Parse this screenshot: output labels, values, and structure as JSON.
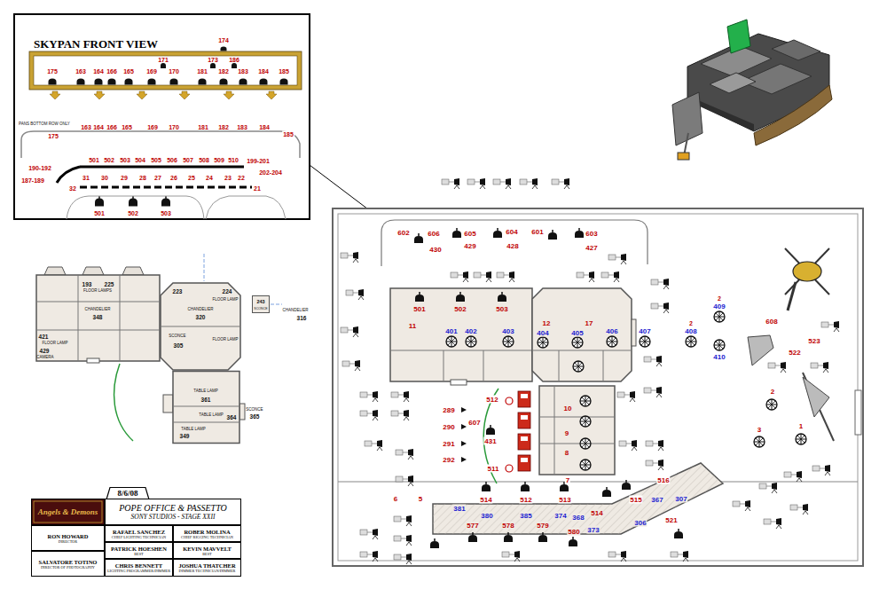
{
  "diagram": {
    "nodes": [
      {
        "text": [
          "SKYPAN FRONT VIEW"
        ]
      },
      {
        "text": [
          "171",
          "173",
          "186",
          "175",
          "163",
          "164",
          "166",
          "165",
          "169",
          "170",
          "181",
          "182",
          "183",
          "184",
          "185"
        ],
        "in": 0
      },
      {
        "text": [
          "193",
          "225",
          "FLOOR LAMPS",
          "CHANDELIER",
          "348",
          "421",
          "FLOOR LAMP",
          "429",
          "CAMERA"
        ]
      },
      {
        "text": [
          "223",
          "224",
          "FLOOR LAMP",
          "CHANDELIER",
          "320",
          "SCONCE",
          "305",
          "FLOOR LAMP"
        ]
      },
      {
        "text": [
          "243",
          "SCONCE"
        ]
      },
      {
        "text": [
          "TABLE LAMP",
          "361",
          "TABLE LAMP",
          "364",
          "SCONCE",
          "365",
          "TABLE LAMP",
          "349"
        ]
      },
      {
        "text": [
          "8/6/08"
        ]
      },
      {
        "text": [
          "Angels & Demons"
        ]
      },
      {
        "text": [
          "POPE OFFICE & PASSETTO",
          "SONY STUDIOS - STAGE XXII"
        ]
      },
      {
        "text": [
          "RON HOWARD",
          "DIRECTOR"
        ]
      },
      {
        "text": [
          "SALVATORE TOTINO",
          "DIRECTOR OF PHOTOGRAPHY"
        ]
      },
      {
        "text": [
          "RAFAEL SANCHEZ",
          "CHIEF LIGHTING TECHNICIAN"
        ]
      },
      {
        "text": [
          "ROBER MOLINA",
          "CHIEF RIGGING TECHNICIAN"
        ]
      },
      {
        "text": [
          "PATRICK HOESHEN",
          "BEST"
        ]
      },
      {
        "text": [
          "KEVIN MAVVELT",
          "BEST"
        ]
      },
      {
        "text": [
          "CHRIS BENNETT",
          "LIGHTING PROGRAMMER/DIMMER"
        ]
      },
      {
        "text": [
          "JOSHUA THATCHER",
          "DIMMER TECHNICIAN/DIMMER"
        ]
      }
    ],
    "labels": [
      "174",
      "PANS BOTTOM ROW ONLY",
      "175",
      "163",
      "164",
      "166",
      "165",
      "169",
      "170",
      "181",
      "182",
      "183",
      "184",
      "185",
      "501",
      "502",
      "503",
      "504",
      "505",
      "506",
      "507",
      "508",
      "509",
      "510",
      "199-201",
      "190-192",
      "187-189",
      "202-204",
      "31",
      "30",
      "29",
      "28",
      "27",
      "26",
      "25",
      "24",
      "23",
      "22",
      "21",
      "32",
      "501",
      "502",
      "503",
      "CHANDELIER",
      "316",
      "602",
      "606",
      "605",
      "604",
      "601",
      "603",
      "430",
      "429",
      "428",
      "427",
      "501",
      "502",
      "503",
      "11",
      "12",
      "17",
      "401",
      "402",
      "403",
      "404",
      "405",
      "406",
      "407",
      "408",
      "409",
      "410",
      "2",
      "2",
      "608",
      "523",
      "522",
      "2",
      "3",
      "1",
      "512",
      "289",
      "290",
      "291",
      "292",
      "607",
      "431",
      "511",
      "10",
      "9",
      "8",
      "7",
      "6",
      "5",
      "514",
      "512",
      "513",
      "514",
      "515",
      "516",
      "521",
      "577",
      "578",
      "579",
      "580",
      "381",
      "380",
      "385",
      "374",
      "368",
      "373",
      "306",
      "367",
      "307"
    ]
  }
}
